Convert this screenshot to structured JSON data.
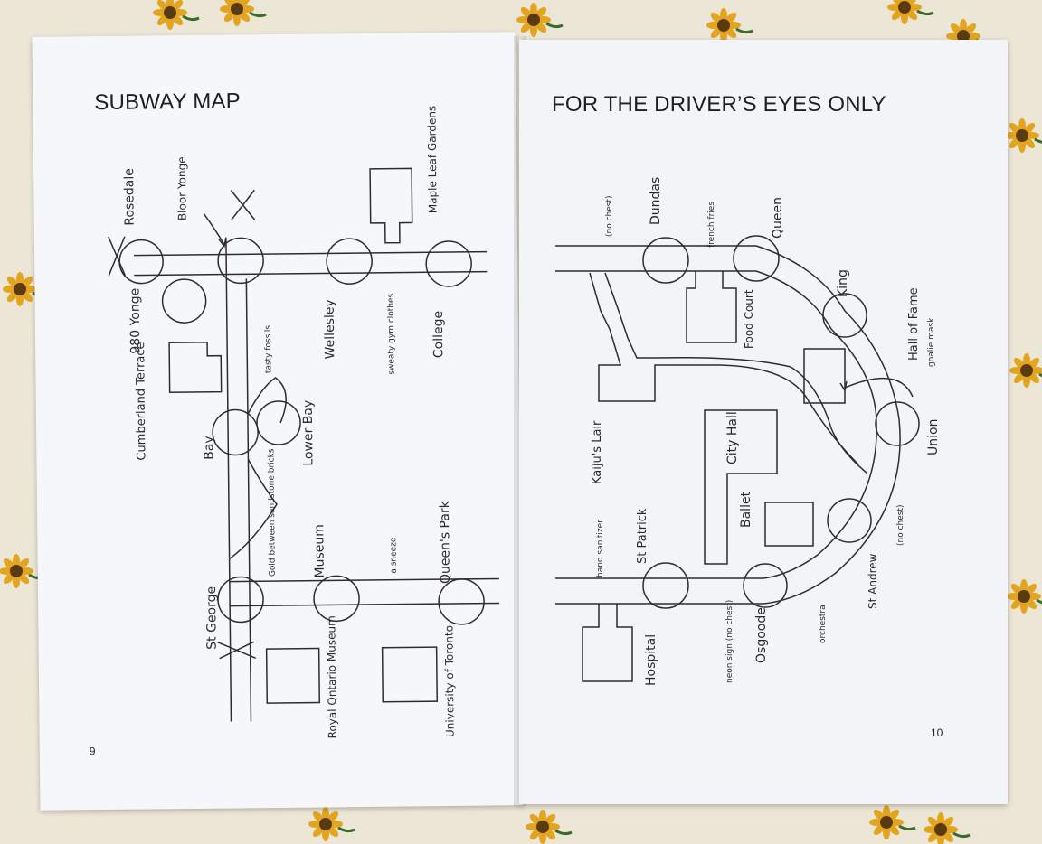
{
  "left_page": {
    "title": "SUBWAY MAP",
    "page_number": "9",
    "stations": {
      "rosedale": "Rosedale",
      "bloor_yonge": "Bloor Yonge",
      "yonge_980": "980 Yonge",
      "cumberland": "Cumberland Terrace",
      "bay": "Bay",
      "lower_bay": "Lower Bay",
      "wellesley": "Wellesley",
      "maple_leaf": "Maple Leaf Gardens",
      "college": "College",
      "st_george": "St George",
      "museum": "Museum",
      "queens_park": "Queen's Park",
      "rom": "Royal Ontario Museum",
      "uoft": "University of Toronto"
    },
    "notes": {
      "fossils": "tasty fossils",
      "gym": "sweaty gym clothes",
      "gold": "Gold between sandstone bricks",
      "sneeze": "a sneeze"
    }
  },
  "right_page": {
    "title": "FOR THE DRIVER’S EYES ONLY",
    "page_number": "10",
    "stations": {
      "dundas": "Dundas",
      "queen": "Queen",
      "king": "King",
      "union": "Union",
      "st_andrew": "St Andrew",
      "osgoode": "Osgoode",
      "st_patrick": "St Patrick",
      "hospital": "Hospital",
      "food_court": "Food Court",
      "city_hall": "City Hall",
      "ballet": "Ballet",
      "kaijus_lair": "Kaiju's Lair",
      "hall_of_fame": "Hall of Fame"
    },
    "notes": {
      "no_chest_top": "(no chest)",
      "french_fries": "french fries",
      "goalie_mask": "goalie mask",
      "hand_sanitizer": "hand sanitizer",
      "neon_sign": "neon sign (no chest)",
      "orchestra": "orchestra",
      "no_chest_andrew": "(no chest)"
    }
  },
  "colors": {
    "paper": "#f6f7fb",
    "ink": "#2d2d2d",
    "tablecloth": "#ece6d6",
    "sunflower": "#e0a21c"
  },
  "icons": [
    "sunflower-icon"
  ]
}
